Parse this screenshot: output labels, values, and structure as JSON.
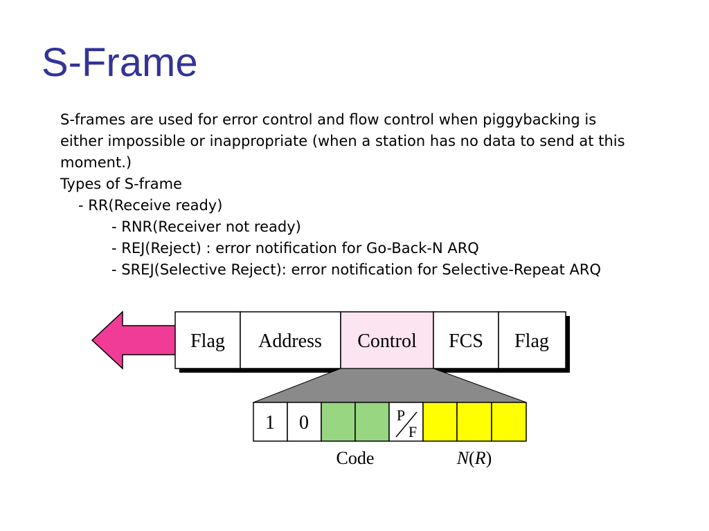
{
  "slide": {
    "title": "S-Frame",
    "paragraph_lines": [
      "S-frames are used for error control and flow control when piggybacking is",
      "either impossible or inappropriate (when a station has no data to send at this",
      "moment.)"
    ],
    "types_heading": "Types of S-frame",
    "types": [
      "- RR(Receive ready)",
      "- RNR(Receiver not ready)",
      "- REJ(Reject) : error notification for Go-Back-N ARQ",
      "- SREJ(Selective Reject): error notification for Selective-Repeat ARQ"
    ]
  },
  "diagram": {
    "frame_fields": [
      "Flag",
      "Address",
      "Control",
      "FCS",
      "Flag"
    ],
    "control_bits": [
      "1",
      "0",
      "",
      "",
      "",
      "",
      "",
      ""
    ],
    "pf_top": "P",
    "pf_bottom": "F",
    "code_label": "Code",
    "nr_label_n": "N",
    "nr_label_r": "R",
    "colors": {
      "arrow": "#f03c96",
      "control_field": "#fce4f0",
      "code_bits": "#98d682",
      "nr_bits": "#ffff00",
      "trapezoid": "#8a8a8a",
      "title": "#333399"
    }
  }
}
